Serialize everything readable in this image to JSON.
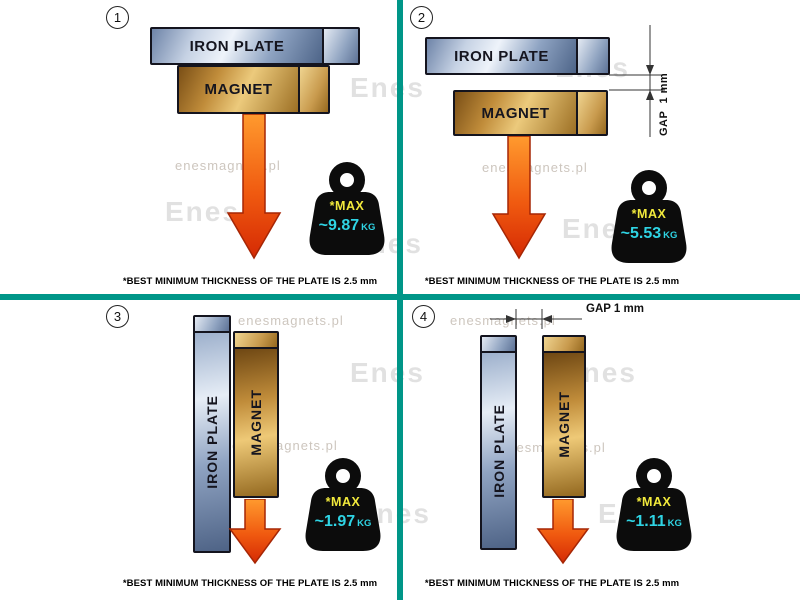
{
  "colors": {
    "divider": "#009688",
    "max_label": "#f2ea3c",
    "force_value": "#2fd4e4",
    "arrow": "#e23608"
  },
  "watermarks": {
    "site": "enesmagnets.pl",
    "logo": "Enes"
  },
  "panels": [
    {
      "number": "1",
      "plate_label": "IRON PLATE",
      "magnet_label": "MAGNET",
      "weight": {
        "max_label": "*MAX",
        "value": "~9.87",
        "unit": "KG"
      },
      "caption": {
        "text": "*BEST MINIMUM THICKNESS OF THE PLATE IS",
        "bold": "2.5 mm"
      }
    },
    {
      "number": "2",
      "plate_label": "IRON PLATE",
      "magnet_label": "MAGNET",
      "gap_label": "GAP",
      "gap_value": "1 mm",
      "weight": {
        "max_label": "*MAX",
        "value": "~5.53",
        "unit": "KG"
      },
      "caption": {
        "text": "*BEST MINIMUM THICKNESS OF THE PLATE IS",
        "bold": "2.5 mm"
      }
    },
    {
      "number": "3",
      "plate_label": "IRON PLATE",
      "magnet_label": "MAGNET",
      "weight": {
        "max_label": "*MAX",
        "value": "~1.97",
        "unit": "KG"
      },
      "caption": {
        "text": "*BEST MINIMUM THICKNESS OF THE PLATE IS",
        "bold": "2.5 mm"
      }
    },
    {
      "number": "4",
      "plate_label": "IRON PLATE",
      "magnet_label": "MAGNET",
      "gap_label": "GAP",
      "gap_value": "1 mm",
      "weight": {
        "max_label": "*MAX",
        "value": "~1.11",
        "unit": "KG"
      },
      "caption": {
        "text": "*BEST MINIMUM THICKNESS OF THE PLATE IS",
        "bold": "2.5 mm"
      }
    }
  ]
}
